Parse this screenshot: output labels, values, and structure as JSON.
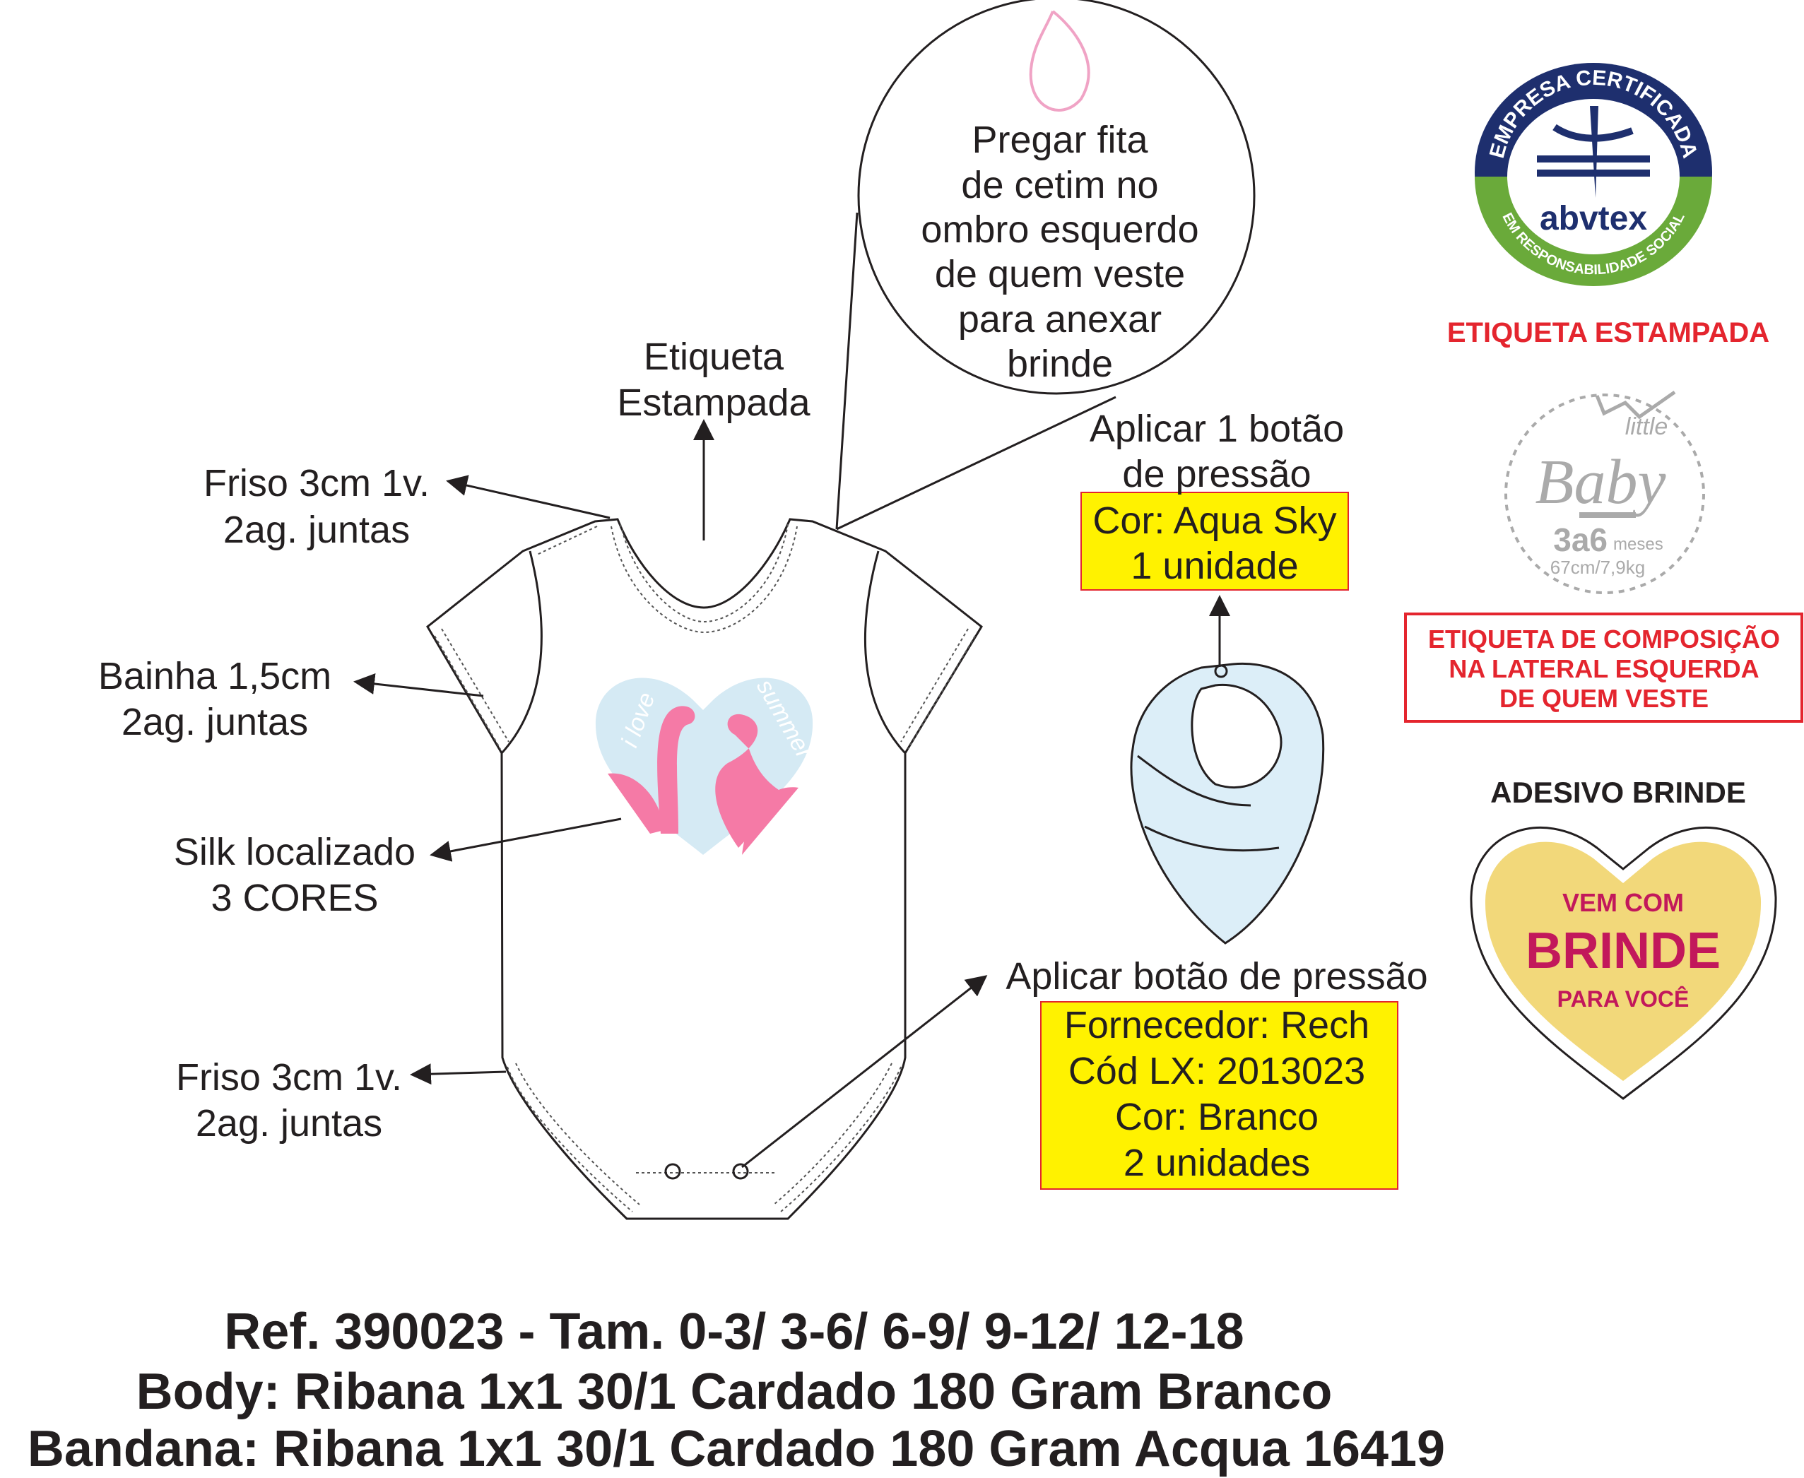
{
  "callout_circle": {
    "lines": [
      "Pregar fita",
      "de cetim no",
      "ombro esquerdo",
      "de quem veste",
      "para anexar",
      "brinde"
    ]
  },
  "annotations": {
    "etiqueta": [
      "Etiqueta",
      "Estampada"
    ],
    "friso_top": [
      "Friso 3cm 1v.",
      "2ag. juntas"
    ],
    "bainha": [
      "Bainha 1,5cm",
      "2ag. juntas"
    ],
    "silk": [
      "Silk localizado",
      "3 CORES"
    ],
    "friso_bottom": [
      "Friso 3cm 1v.",
      "2ag. juntas"
    ],
    "bandana_snap": {
      "title": [
        "Aplicar 1 botão",
        "de pressão"
      ],
      "box": [
        "Cor: Aqua Sky",
        "1 unidade"
      ]
    },
    "body_snap": {
      "title": "Aplicar botão de pressão",
      "box": [
        "Fornecedor: Rech",
        "Cód LX: 2013023",
        "Cor: Branco",
        "2 unidades"
      ]
    }
  },
  "silk_print": {
    "left_word": "i love",
    "right_word": "summer"
  },
  "certification_logo": {
    "top": "EMPRESA CERTIFICADA",
    "bottom": "EM RESPONSABILIDADE SOCIAL",
    "brand": "abvtex"
  },
  "label_title": "ETIQUETA ESTAMPADA",
  "size_label": {
    "small": "little",
    "big": "Baby",
    "size": "3a6",
    "unit": "meses",
    "measure": "67cm/7,9kg"
  },
  "composition_note": [
    "ETIQUETA DE COMPOSIÇÃO",
    "NA LATERAL ESQUERDA",
    "DE QUEM VESTE"
  ],
  "sticker_title": "ADESIVO BRINDE",
  "sticker": [
    "VEM COM",
    "BRINDE",
    "PARA VOCÊ"
  ],
  "footer": [
    "Ref. 390023 - Tam. 0-3/ 3-6/ 6-9/ 9-12/ 12-18",
    "Body: Ribana 1x1 30/1 Cardado 180 Gram Branco",
    "Bandana: Ribana 1x1 30/1 Cardado 180 Gram Acqua 16419"
  ],
  "colors": {
    "highlight": "#fff200",
    "red": "#e4252e",
    "navy": "#1e2f6e",
    "green": "#6aaa3a",
    "bandana": "#dceef8",
    "flamingo": "#f57aa6",
    "sticker": "#f2d87a"
  }
}
